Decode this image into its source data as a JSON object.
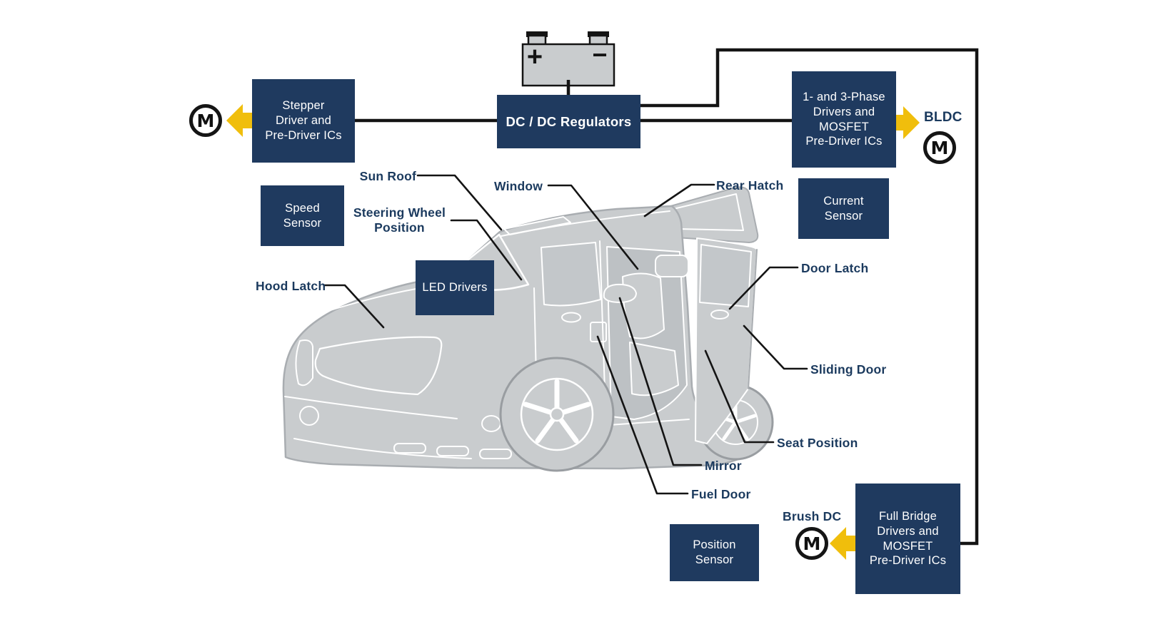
{
  "diagram": {
    "battery": {
      "plus": "+",
      "minus": "−"
    },
    "boxes": {
      "stepper": {
        "label": "Stepper\nDriver and\nPre-Driver ICs"
      },
      "dcdc": {
        "label": "DC / DC Regulators"
      },
      "phase13": {
        "label": "1- and 3-Phase\nDrivers and\nMOSFET\nPre-Driver ICs"
      },
      "speed": {
        "label": "Speed\nSensor"
      },
      "current": {
        "label": "Current\nSensor"
      },
      "led": {
        "label": "LED Drivers"
      },
      "position": {
        "label": "Position\nSensor"
      },
      "fullbridge": {
        "label": "Full Bridge\nDrivers and\nMOSFET\nPre-Driver ICs"
      }
    },
    "motors": {
      "symbol": "M",
      "bldc_label": "BLDC",
      "brush_dc_label": "Brush DC"
    },
    "car_labels": {
      "sun_roof": "Sun Roof",
      "window": "Window",
      "rear_hatch": "Rear Hatch",
      "steering_wheel_position": "Steering Wheel\nPosition",
      "hood_latch": "Hood Latch",
      "door_latch": "Door Latch",
      "sliding_door": "Sliding Door",
      "seat_position": "Seat Position",
      "mirror": "Mirror",
      "fuel_door": "Fuel Door"
    },
    "colors": {
      "box_bg": "#1F3A5F",
      "box_text": "#FFFFFF",
      "label_text": "#1B3A5E",
      "arrow_yellow": "#F0BE0C",
      "wire_black": "#141414",
      "car_fill": "#C9CCCE",
      "car_outline": "#A9ADB1",
      "car_inner_line": "#FFFFFF"
    }
  }
}
